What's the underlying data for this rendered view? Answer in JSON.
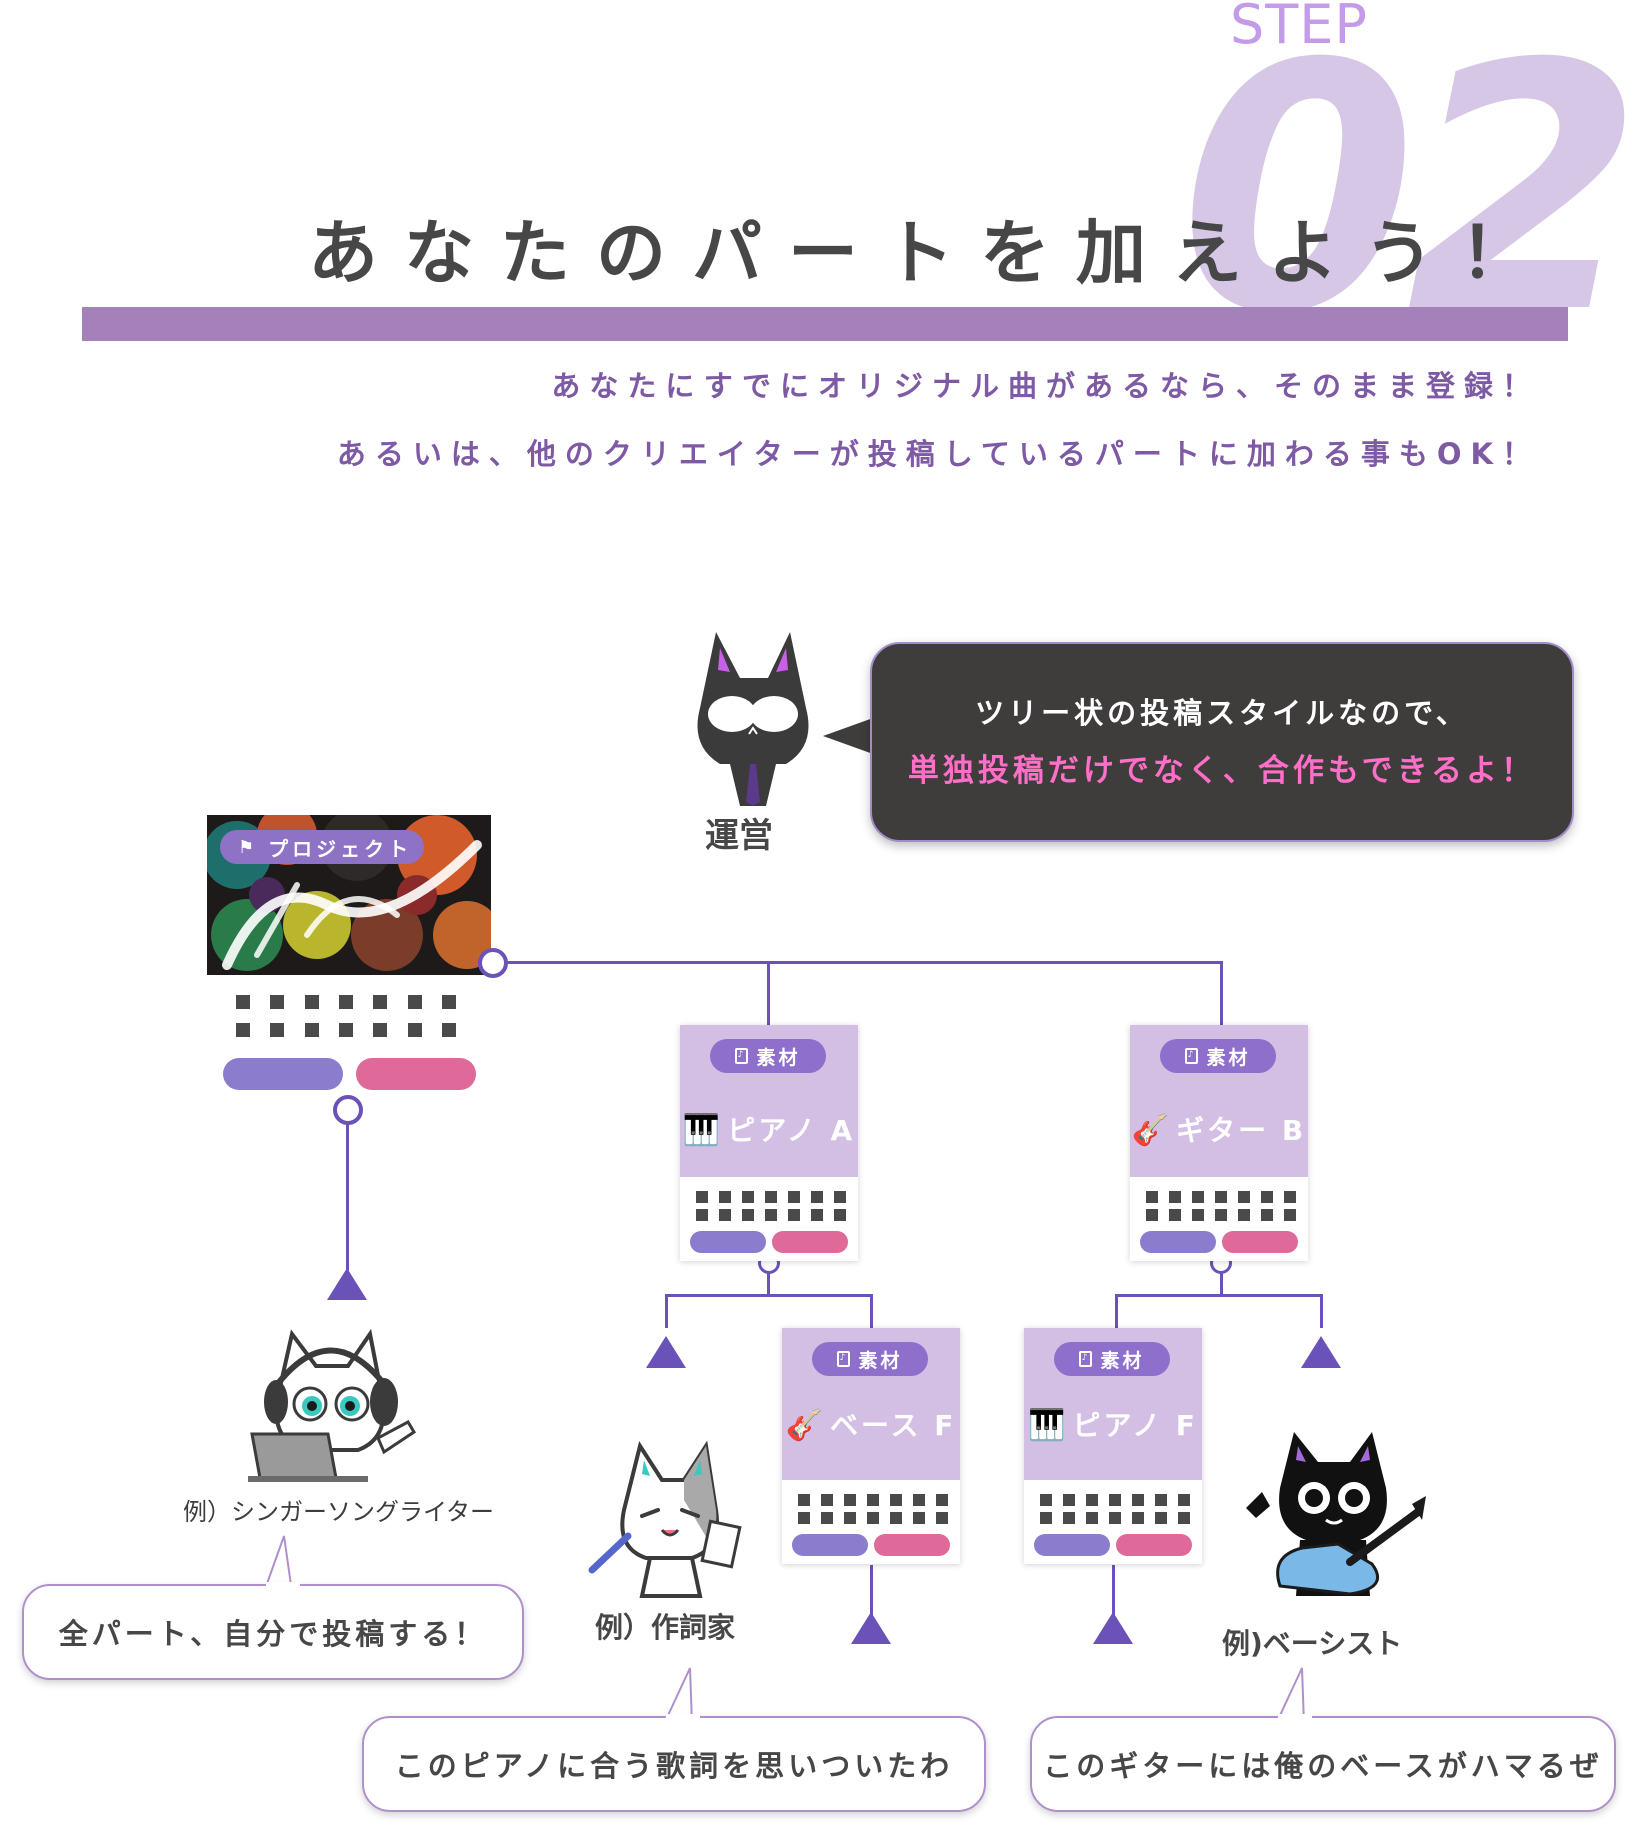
{
  "header": {
    "step_label": "STEP",
    "step_number": "02",
    "title": "あなたのパートを加えよう！",
    "subtitle_line1": "あなたにすでにオリジナル曲があるなら、そのまま登録！",
    "subtitle_line2": "あるいは、他のクリエイターが投稿しているパートに加わる事もOK！"
  },
  "operator": {
    "label": "運営",
    "bubble_line1": "ツリー状の投稿スタイルなので、",
    "bubble_line2": "単独投稿だけでなく、合作もできるよ！"
  },
  "project": {
    "badge": "プロジェクト",
    "flag_icon": "flag-icon"
  },
  "materials": [
    {
      "badge": "素材",
      "name": "ピアノ A",
      "icon": "piano-icon"
    },
    {
      "badge": "素材",
      "name": "ギター B",
      "icon": "guitar-icon"
    },
    {
      "badge": "素材",
      "name": "ベース F",
      "icon": "guitar-icon"
    },
    {
      "badge": "素材",
      "name": "ピアノ F",
      "icon": "piano-icon"
    }
  ],
  "examples": {
    "singer": "例）シンガーソングライター",
    "singer_bubble": "全パート、自分で投稿する！",
    "lyricist": "例）作詞家",
    "lyricist_bubble": "このピアノに合う歌詞を思いついたわ",
    "bassist": "例)ベーシスト",
    "bassist_bubble": "このギターには俺のベースがハマるぜ"
  },
  "colors": {
    "accent_purple": "#6b52b8",
    "title_bar": "#a581b9",
    "card_top": "#d3bfe4",
    "pill_purple": "#8b7ccd",
    "pill_pink": "#df6a9a",
    "highlight_pink": "#ff6ec7"
  }
}
